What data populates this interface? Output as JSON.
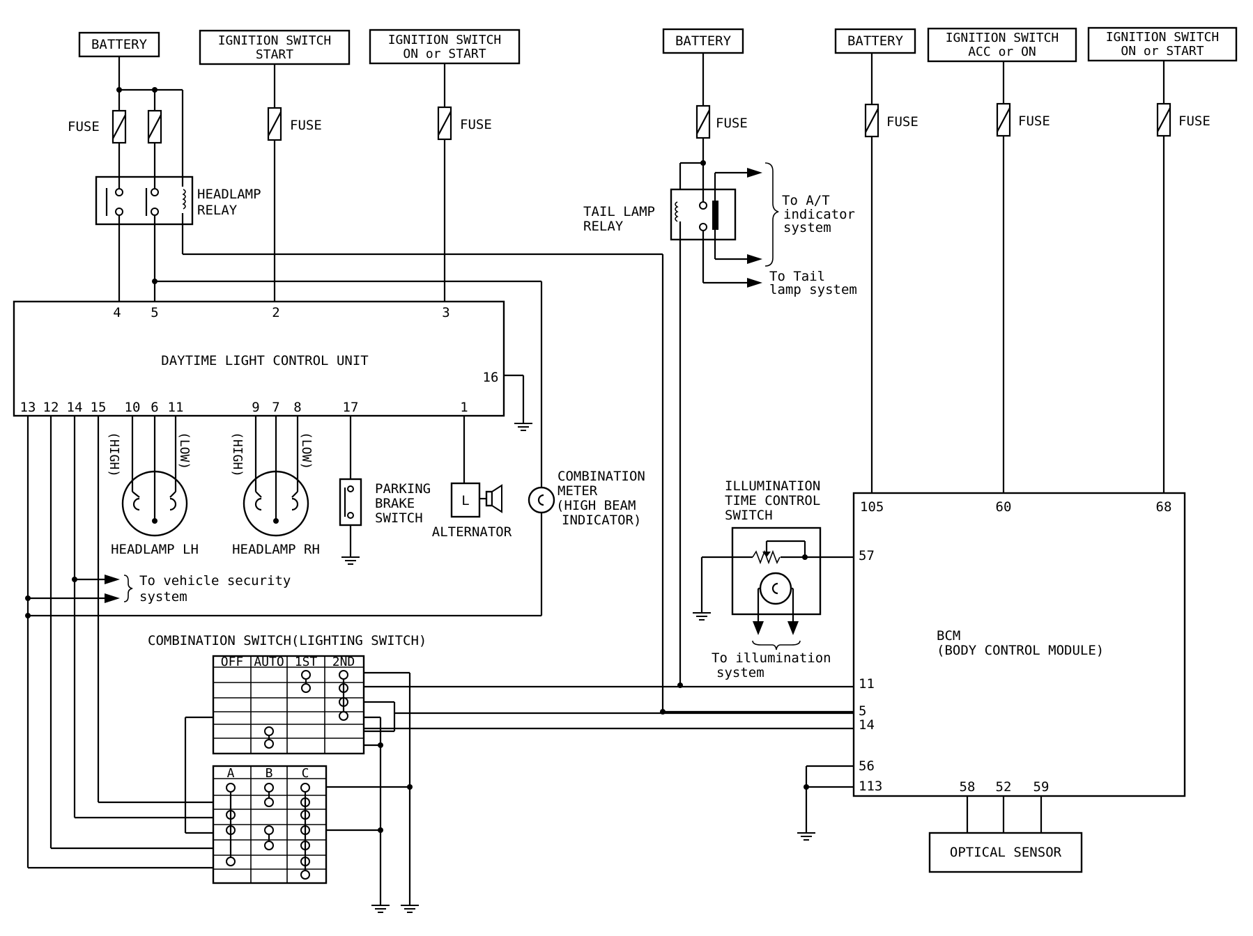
{
  "sources": {
    "battery_label": "BATTERY",
    "ign_start": [
      "IGNITION SWITCH",
      "START"
    ],
    "ign_on_start": [
      "IGNITION SWITCH",
      "ON or START"
    ],
    "ign_acc_on": [
      "IGNITION SWITCH",
      "ACC or ON"
    ],
    "fuse_label": "FUSE"
  },
  "relays": {
    "headlamp": [
      "HEADLAMP",
      "RELAY"
    ],
    "tail_lamp": [
      "TAIL LAMP",
      "RELAY"
    ]
  },
  "outputs": {
    "to_at": [
      "To A/T",
      "indicator",
      "system"
    ],
    "to_tail": [
      "To Tail",
      "lamp system"
    ],
    "to_security": [
      "To vehicle security",
      "system"
    ],
    "to_illum": [
      "To illumination",
      "system"
    ]
  },
  "dlcu": {
    "title": "DAYTIME LIGHT CONTROL UNIT",
    "top_pins": [
      "4",
      "5",
      "2",
      "3"
    ],
    "bottom_pins": [
      "13",
      "12",
      "14",
      "15",
      "10",
      "6",
      "11",
      "9",
      "7",
      "8",
      "17",
      "1"
    ],
    "right_pin": "16"
  },
  "components": {
    "high": "(HIGH)",
    "low": "(LOW)",
    "headlamp_lh": "HEADLAMP LH",
    "headlamp_rh": "HEADLAMP RH",
    "parking_brake": [
      "PARKING",
      "BRAKE",
      "SWITCH"
    ],
    "alternator": "ALTERNATOR",
    "alternator_term": "L",
    "comb_meter": [
      "COMBINATION",
      "METER",
      "(HIGH BEAM",
      "INDICATOR)"
    ],
    "illum_switch": [
      "ILLUMINATION",
      "TIME CONTROL",
      "SWITCH"
    ],
    "optical_sensor": "OPTICAL SENSOR"
  },
  "comb_switch": {
    "title": "COMBINATION SWITCH(LIGHTING SWITCH)",
    "upper_cols": [
      "OFF",
      "AUTO",
      "1ST",
      "2ND"
    ],
    "lower_cols": [
      "A",
      "B",
      "C"
    ]
  },
  "bcm": {
    "title": [
      "BCM",
      "(BODY CONTROL MODULE)"
    ],
    "top_pins": [
      "105",
      "60",
      "68"
    ],
    "left_pins": [
      "57",
      "11",
      "5",
      "14",
      "56",
      "113"
    ],
    "bottom_pins": [
      "58",
      "52",
      "59"
    ]
  }
}
